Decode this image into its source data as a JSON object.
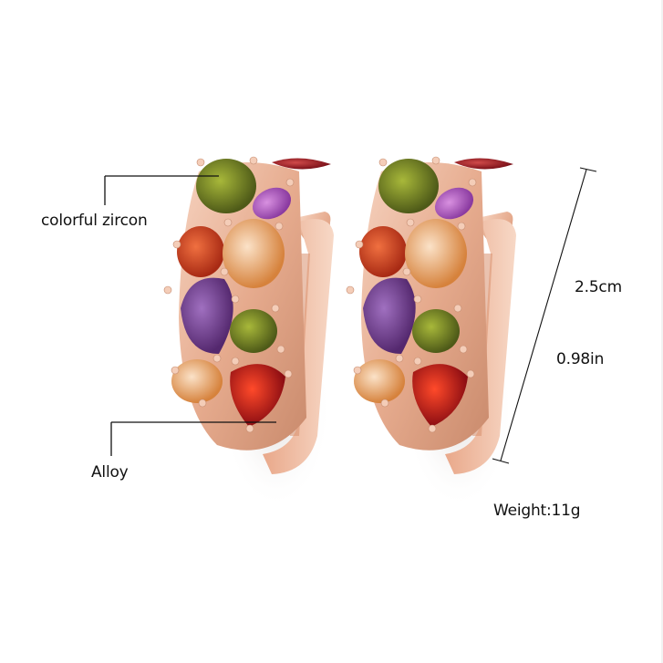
{
  "product": {
    "type": "earrings",
    "description": "Pair of rose-gold huggie hoop earrings with multicolor zircon stones",
    "colors": {
      "background": "#ffffff",
      "metal": "#e8b49a",
      "metal_shadow": "#c98a6c",
      "stone_green": "#6b7a1e",
      "stone_purple": "#7a3fa0",
      "stone_red": "#b3141c",
      "stone_orange": "#d4652a",
      "stone_champagne": "#e8b88a",
      "stone_pink_violet": "#b65ac8",
      "label_text": "#111111",
      "line": "#111111"
    }
  },
  "annotations": {
    "stone_label": "colorful zircon",
    "material_label": "Alloy",
    "height_cm": "2.5cm",
    "height_in": "0.98in",
    "weight": "Weight:11g"
  }
}
